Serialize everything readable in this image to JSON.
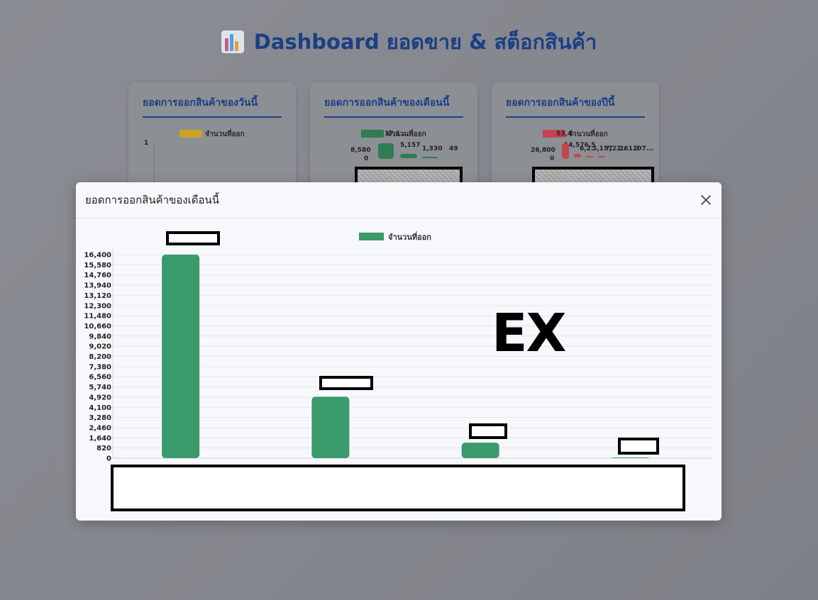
{
  "page": {
    "title": "Dashboard ยอดขาย & สต็อกสินค้า",
    "title_icon": "bar-chart-emoji-icon"
  },
  "cards": [
    {
      "title": "ยอดการออกสินค้าของวันนี้",
      "legend": "จำนวนที่ออก",
      "color": "#c9a227",
      "axis_top": "1"
    },
    {
      "title": "ยอดการออกสินค้าของเดือนนี้",
      "legend": "จำนวนที่ออก",
      "color": "#2e7d55",
      "axis_top": "8,580",
      "axis_zero": "0",
      "values": [
        "17,1..",
        "5,157",
        "1,330",
        "49"
      ]
    },
    {
      "title": "ยอดการออกสินค้าของปีนี้",
      "legend": "จำนวนที่ออก",
      "color": "#c2464f",
      "axis_top": "26,800",
      "axis_zero": "0",
      "values": [
        "53,4..",
        "14,576.5",
        "6,2..",
        "5,157",
        "7,22..",
        "261.3",
        "107..."
      ]
    }
  ],
  "modal": {
    "title": "ยอดการออกสินค้าของเดือนนี้",
    "close_label": "close",
    "overlay_text": "EX"
  },
  "chart_data": {
    "type": "bar",
    "title": "",
    "legend_position": "top",
    "series": [
      {
        "name": "จำนวนที่ออก",
        "color": "#3a9a6b",
        "values": [
          16400,
          4950,
          1250,
          49
        ]
      }
    ],
    "categories": [
      "",
      "",
      "",
      ""
    ],
    "ylim": [
      0,
      16400
    ],
    "yticks": [
      0,
      820,
      1640,
      2460,
      3280,
      4100,
      4920,
      5740,
      6560,
      7380,
      8200,
      9020,
      9840,
      10660,
      11480,
      12300,
      13120,
      13940,
      14760,
      15580,
      16400
    ],
    "ytick_labels": [
      "0",
      "820",
      "1,640",
      "2,460",
      "3,280",
      "4,100",
      "4,920",
      "5,740",
      "6,560",
      "7,380",
      "8,200",
      "9,020",
      "9,840",
      "10,660",
      "11,480",
      "12,300",
      "13,120",
      "13,940",
      "14,760",
      "15,580",
      "16,400"
    ],
    "grid": true
  }
}
